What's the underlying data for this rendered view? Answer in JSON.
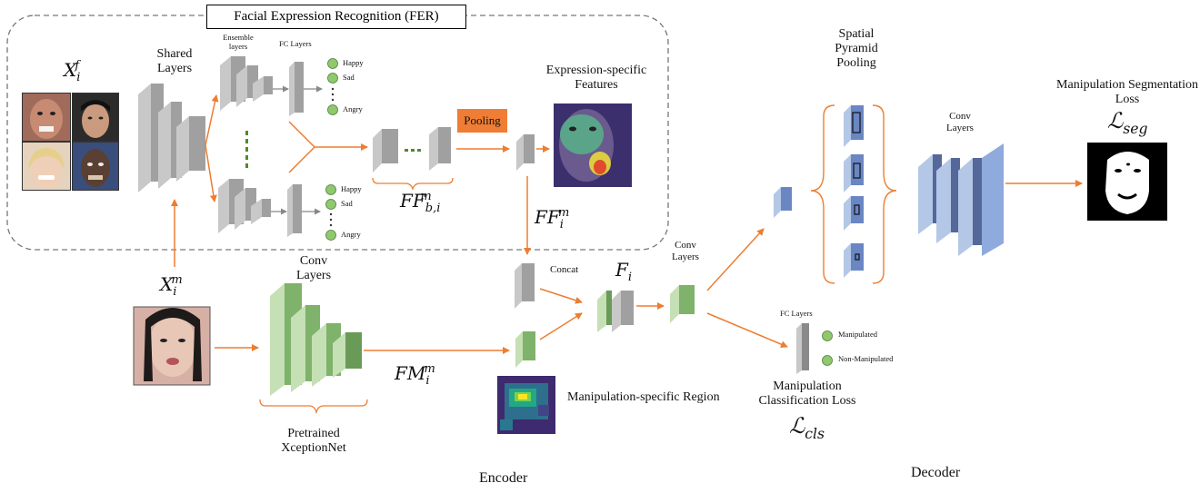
{
  "fer_title": "Facial Expression Recognition (FER)",
  "labels": {
    "xif_base": "X",
    "xif_sub": "i",
    "xif_sup": "f",
    "shared_layers": "Shared Layers",
    "ensemble_layers": "Ensemble layers",
    "fc_layers_top": "FC Layers",
    "happy_top": "Happy",
    "sad_top": "Sad",
    "angry_top": "Angry",
    "happy_bottom": "Happy",
    "sad_bottom": "Sad",
    "angry_bottom": "Angry",
    "pooling": "Pooling",
    "expr_features": "Expression-specific Features",
    "ffb_base": "FF",
    "ffb_sub": "b,i",
    "ffb_sup": "m",
    "ffi_base": "FF",
    "ffi_sub": "i",
    "ffi_sup": "m",
    "xim_base": "X",
    "xim_sub": "i",
    "xim_sup": "m",
    "conv_layers_enc": "Conv Layers",
    "pretrained": "Pretrained XceptionNet",
    "fmi_base": "FM",
    "fmi_sub": "i",
    "fmi_sup": "m",
    "concat": "Concat",
    "fi_base": "F",
    "fi_sub": "i",
    "conv_layers_mid": "Conv Layers",
    "manip_region": "Manipulation-specific Region",
    "spp": "Spatial Pyramid Pooling",
    "conv_layers_dec": "Conv Layers",
    "seg_loss_title": "Manipulation Segmentation Loss",
    "lseg_base": "ℒ",
    "lseg_sub": "seg",
    "fc_layers_cls": "FC Layers",
    "manipulated": "Manipulated",
    "non_manipulated": "Non-Manipulated",
    "cls_loss_title": "Manipulation Classification Loss",
    "lcls_base": "ℒ",
    "lcls_sub": "cls",
    "encoder": "Encoder",
    "decoder": "Decoder"
  },
  "colors": {
    "arrow": "#ed7d31",
    "gray_block": "#a6a6a6",
    "green_block": "#a9d18e",
    "blue_block": "#8faadc",
    "dot_green": "#8fc86d",
    "pool_orange": "#ef7d35"
  }
}
